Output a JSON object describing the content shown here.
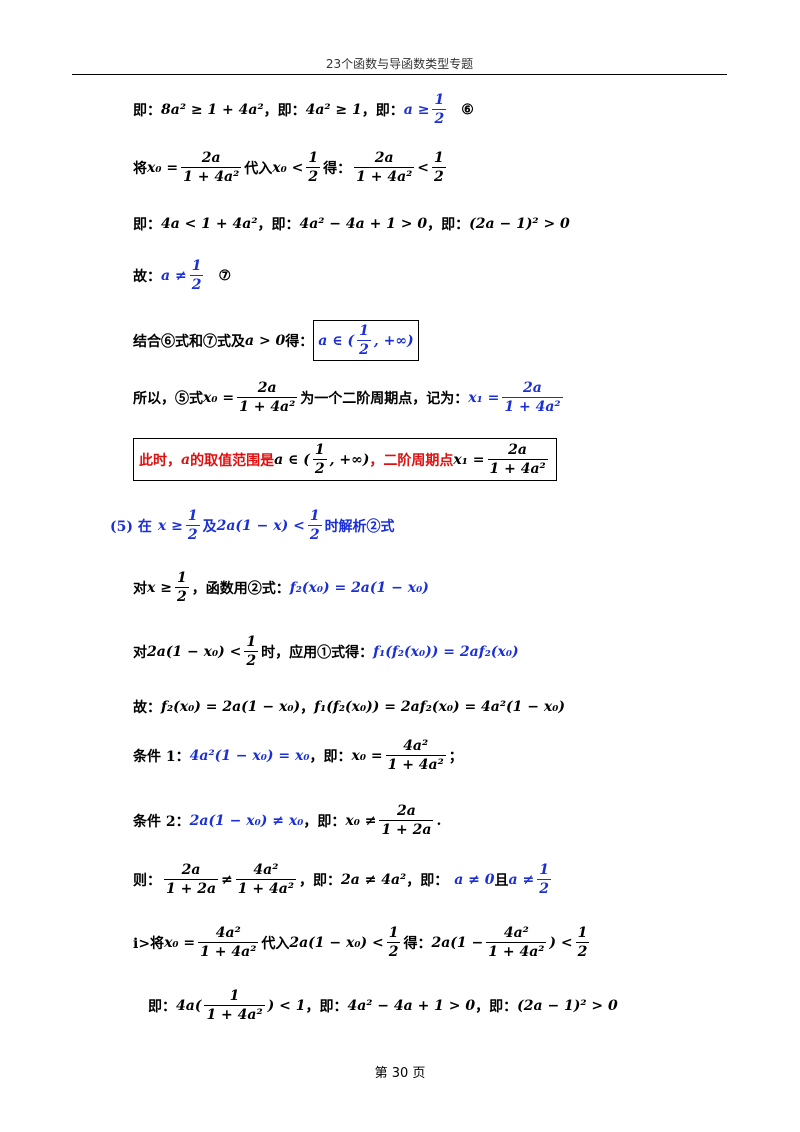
{
  "header": {
    "title": "23个函数与导函数类型专题"
  },
  "footer": {
    "page": "第  30  页"
  },
  "lines": {
    "l1": {
      "a": "即：",
      "b": "8a² ≥ 1 + 4a²",
      "c": "，即：",
      "d": "4a² ≥ 1",
      "e": "，即：",
      "f": "a ≥",
      "fn": "1",
      "fd": "2",
      "g": "⑥"
    },
    "l2": {
      "a": "将",
      "b": "x₀ =",
      "bn": "2a",
      "bd": "1 + 4a²",
      "c": "代入",
      "d": "x₀ <",
      "dn": "1",
      "dd": "2",
      "e": "得：",
      "fn": "2a",
      "fd": "1 + 4a²",
      "f": "<",
      "gn": "1",
      "gd": "2"
    },
    "l3": {
      "a": "即：",
      "b": "4a < 1 + 4a²",
      "c": "，即：",
      "d": "4a² − 4a + 1 > 0",
      "e": "，即：",
      "f": "(2a − 1)² > 0"
    },
    "l4": {
      "a": "故：",
      "b": "a ≠",
      "bn": "1",
      "bd": "2",
      "c": "⑦"
    },
    "l5": {
      "a": "结合⑥式和⑦式及",
      "b": "a > 0",
      "c": "得：",
      "d": "a ∈ (",
      "dn": "1",
      "dd": "2",
      "e": ", +∞)"
    },
    "l6": {
      "a": "所以，⑤式",
      "b": "x₀ =",
      "bn": "2a",
      "bd": "1 + 4a²",
      "c": "为一个二阶周期点，记为：",
      "d": "x₁ =",
      "dn": "2a",
      "dd": "1 + 4a²"
    },
    "l7": {
      "a": "此时，",
      "b": "a",
      "c": "的取值范围是",
      "d": "a ∈ (",
      "dn": "1",
      "dd": "2",
      "e": ", +∞)",
      "f": "，二阶周期点",
      "g": "x₁ =",
      "gn": "2a",
      "gd": "1 + 4a²"
    },
    "l8": {
      "a": "(5) 在",
      "b": "x ≥",
      "bn": "1",
      "bd": "2",
      "c": "及",
      "d": "2a(1 − x) <",
      "dn": "1",
      "dd": "2",
      "e": "时解析②式"
    },
    "l9": {
      "a": "对",
      "b": "x ≥",
      "bn": "1",
      "bd": "2",
      "c": "，函数用②式：",
      "d": "f₂(x₀) = 2a(1 − x₀)"
    },
    "l10": {
      "a": "对",
      "b": "2a(1 − x₀) <",
      "bn": "1",
      "bd": "2",
      "c": "时，应用①式得：",
      "d": "f₁(f₂(x₀)) = 2af₂(x₀)"
    },
    "l11": {
      "a": "故：",
      "b": "f₂(x₀) = 2a(1 − x₀)",
      "c": "，",
      "d": "f₁(f₂(x₀)) = 2af₂(x₀) = 4a²(1 − x₀)"
    },
    "l12": {
      "a": "条件 1：",
      "b": "4a²(1 − x₀) = x₀",
      "c": "，即：",
      "d": "x₀ =",
      "dn": "4a²",
      "dd": "1 + 4a²",
      "e": "；"
    },
    "l13": {
      "a": "条件 2：",
      "b": "2a(1 − x₀) ≠ x₀",
      "c": "，即：",
      "d": "x₀ ≠",
      "dn": "2a",
      "dd": "1 + 2a",
      "e": "."
    },
    "l14": {
      "a": "则：",
      "bn": "2a",
      "bd": "1 + 2a",
      "b": "≠",
      "cn": "4a²",
      "cd": "1 + 4a²",
      "c": "，即：",
      "d": "2a ≠ 4a²",
      "e": "，即：",
      "f": "a ≠ 0",
      "g": "且",
      "h": "a ≠",
      "hn": "1",
      "hd": "2"
    },
    "l15": {
      "a": "i>将",
      "b": "x₀ =",
      "bn": "4a²",
      "bd": "1 + 4a²",
      "c": "代入",
      "d": "2a(1 − x₀) <",
      "dn": "1",
      "dd": "2",
      "e": "得：",
      "f": "2a(1 −",
      "fn": "4a²",
      "fd": "1 + 4a²",
      "g": ") <",
      "gn": "1",
      "gd": "2"
    },
    "l16": {
      "a": "即：",
      "b": "4a(",
      "bn": "1",
      "bd": "1 + 4a²",
      "c": ") < 1",
      "d": "，即：",
      "e": "4a² − 4a + 1 > 0",
      "f": "，即：",
      "g": "(2a − 1)² > 0"
    }
  }
}
